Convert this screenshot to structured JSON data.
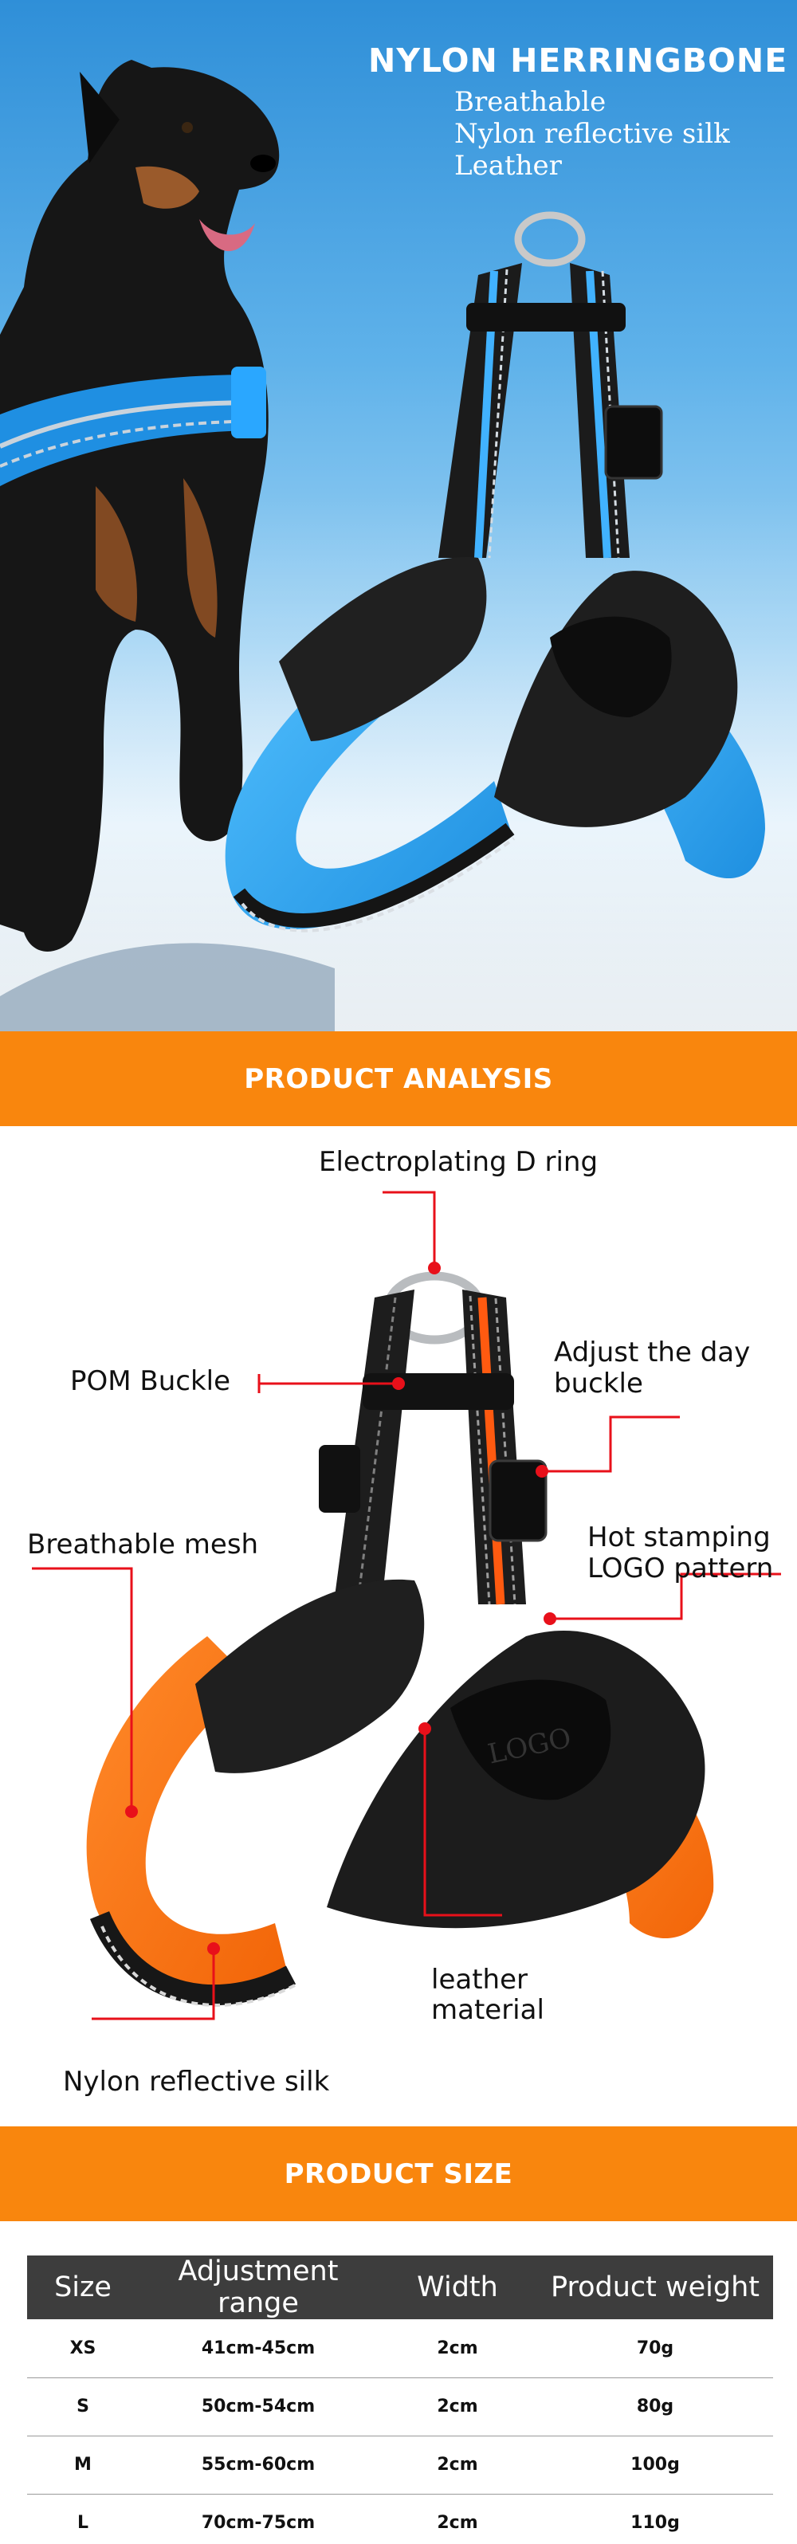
{
  "hero": {
    "title": "NYLON HERRINGBONE",
    "features": [
      "Breathable",
      "Nylon reflective silk",
      "Leather"
    ]
  },
  "banners": {
    "analysis": "PRODUCT ANALYSIS",
    "size": "PRODUCT SIZE"
  },
  "analysis": {
    "labels": {
      "d_ring": "Electroplating D ring",
      "pom_buckle": "POM Buckle",
      "adjust_line1": "Adjust the day",
      "adjust_line2": "buckle",
      "mesh": "Breathable mesh",
      "logo_line1": "Hot stamping",
      "logo_line2": "LOGO pattern",
      "leather_line1": "leather",
      "leather_line2": "material",
      "reflective": "Nylon reflective silk"
    },
    "logo_text": "LOGO"
  },
  "colors": {
    "accent_orange": "#f9860d",
    "callout_red": "#e8101a",
    "harness_blue": "#31a6ee",
    "harness_orange": "#ff7417",
    "table_header": "#3d3d3d"
  },
  "size_table": {
    "headers": [
      "Size",
      "Adjustment range",
      "Width",
      "Product weight"
    ],
    "rows": [
      [
        "XS",
        "41cm-45cm",
        "2cm",
        "70g"
      ],
      [
        "S",
        "50cm-54cm",
        "2cm",
        "80g"
      ],
      [
        "M",
        "55cm-60cm",
        "2cm",
        "100g"
      ],
      [
        "L",
        "70cm-75cm",
        "2cm",
        "110g"
      ]
    ]
  }
}
